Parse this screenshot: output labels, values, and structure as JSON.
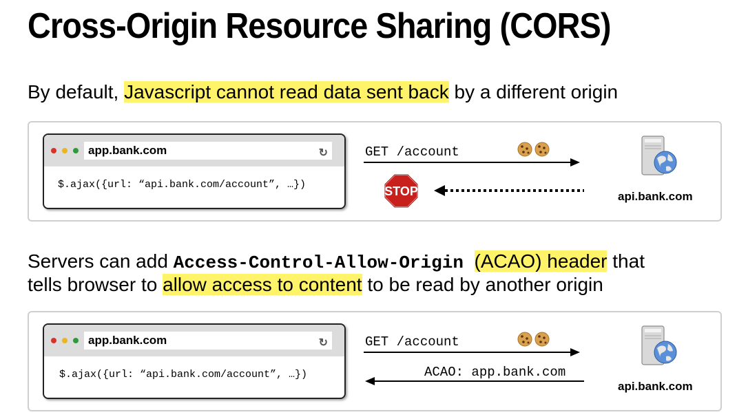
{
  "title": "Cross-Origin Resource Sharing (CORS)",
  "intro": {
    "pre": "By default,",
    "highlight": "Javascript cannot read data sent back",
    "post": "by a different origin"
  },
  "servers_text": {
    "pre": "Servers can add",
    "header_code": "Access-Control-Allow-Origin",
    "highlight1": "(ACAO) header",
    "post1": "that",
    "line2_pre": "tells browser to",
    "highlight2": "allow access to content",
    "line2_post": "to be read by another origin"
  },
  "panel1": {
    "browser_url": "app.bank.com",
    "ajax_code": "$.ajax({url: “api.bank.com/account”, …})",
    "request_label": "GET /account",
    "stop_label": "STOP",
    "server_label": "api.bank.com"
  },
  "panel2": {
    "browser_url": "app.bank.com",
    "ajax_code": "$.ajax({url: “api.bank.com/account”, …})",
    "request_label": "GET /account",
    "response_label": "ACAO: app.bank.com",
    "server_label": "api.bank.com"
  },
  "colors": {
    "highlight": "#fff36a",
    "stop_red": "#c8201c",
    "dot_red": "#d8332a",
    "dot_yellow": "#e9b520",
    "dot_green": "#2e9a3a"
  },
  "icons": [
    "cookie-icon",
    "server-icon",
    "globe-icon",
    "reload-icon",
    "stop-sign-icon"
  ]
}
